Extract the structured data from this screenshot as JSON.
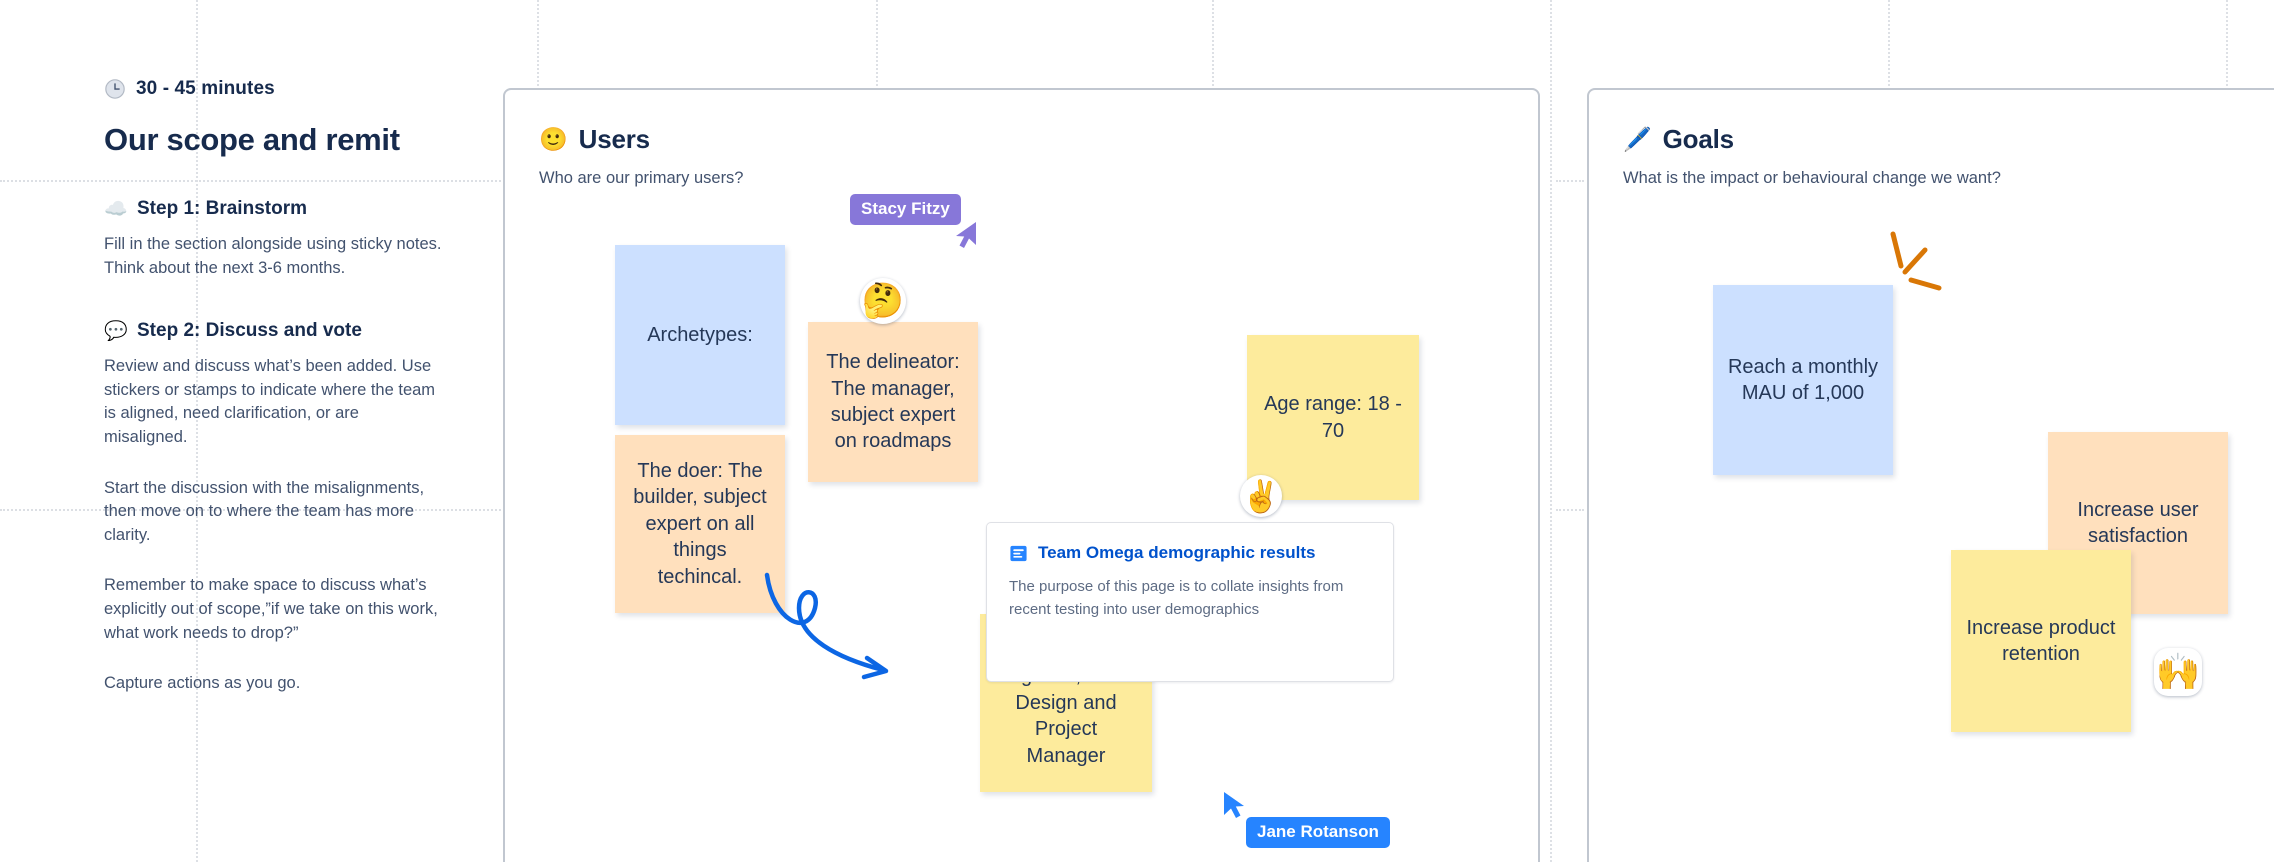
{
  "meta": {
    "colors": {
      "ink": "#172b4d",
      "body": "#42526e",
      "link": "#0052cc",
      "sticky_blue": "#cce0ff",
      "sticky_orange": "#ffe0bd",
      "sticky_yellow": "#fdeb9c",
      "cursor_purple": "#8777d9",
      "cursor_blue": "#2684ff",
      "panel_border": "#c1c7d0",
      "arrow_blue": "#0c66e4",
      "spark_orange": "#d97706"
    }
  },
  "left": {
    "duration_icon": "clock-icon",
    "duration": "30 - 45 minutes",
    "title": "Our scope and remit",
    "steps": [
      {
        "icon": "cloud-icon",
        "emoji": "☁️",
        "title": "Step 1: Brainstorm",
        "paragraphs": [
          "Fill in the section alongside using sticky notes. Think about the next 3-6 months."
        ]
      },
      {
        "icon": "speech-balloon-icon",
        "emoji": "💬",
        "title": "Step 2: Discuss and vote",
        "paragraphs": [
          "Review and discuss what’s been added. Use stickers or stamps to indicate where the team is aligned, need clarification, or are misaligned.",
          "Start the discussion with the misalignments, then move on to where the team has more clarity.",
          "Remember to make space to discuss what’s explicitly out of scope,”if we take on this work, what work needs to drop?”",
          "Capture actions as you go."
        ]
      }
    ]
  },
  "users_panel": {
    "emoji": "🙂",
    "icon": "slightly-smiling-face-icon",
    "title": "Users",
    "subtitle": "Who are our primary users?",
    "notes": [
      {
        "id": "archetypes",
        "color": "blue",
        "text": "Archetypes:"
      },
      {
        "id": "delineator",
        "color": "orange",
        "text": "The delineator: The manager, subject expert on roadmaps"
      },
      {
        "id": "doer",
        "color": "orange",
        "text": "The doer: The builder, subject expert on all things techincal."
      },
      {
        "id": "age-range",
        "color": "yellow",
        "text": "Age range: 18 - 70"
      },
      {
        "id": "roles",
        "color": "yellow",
        "text": "Roles: Engineer, Prod-Design and Project Manager"
      }
    ],
    "doc_card": {
      "icon": "page-icon",
      "title": "Team Omega demographic results",
      "description": "The purpose of this page is to collate insights from recent testing into user demographics"
    },
    "stamps": [
      {
        "id": "thinking",
        "emoji": "🤔",
        "name": "thinking-face-stamp"
      },
      {
        "id": "victory",
        "emoji": "✌️",
        "name": "victory-hand-stamp"
      }
    ],
    "cursors": [
      {
        "id": "stacy",
        "label": "Stacy Fitzy",
        "color": "purple"
      },
      {
        "id": "jane",
        "label": "Jane Rotanson",
        "color": "blue"
      }
    ]
  },
  "goals_panel": {
    "emoji": "🖊️",
    "icon": "pen-icon",
    "title": "Goals",
    "subtitle": "What is the impact or behavioural change we want?",
    "notes": [
      {
        "id": "mau",
        "color": "blue",
        "text": "Reach a monthly MAU of 1,000"
      },
      {
        "id": "satisfaction",
        "color": "orange",
        "text": "Increase user satisfaction"
      },
      {
        "id": "retention",
        "color": "yellow",
        "text": "Increase product retention"
      }
    ],
    "stamps": [
      {
        "id": "raised-hands",
        "emoji": "🙌",
        "name": "raising-hands-stamp"
      }
    ]
  }
}
